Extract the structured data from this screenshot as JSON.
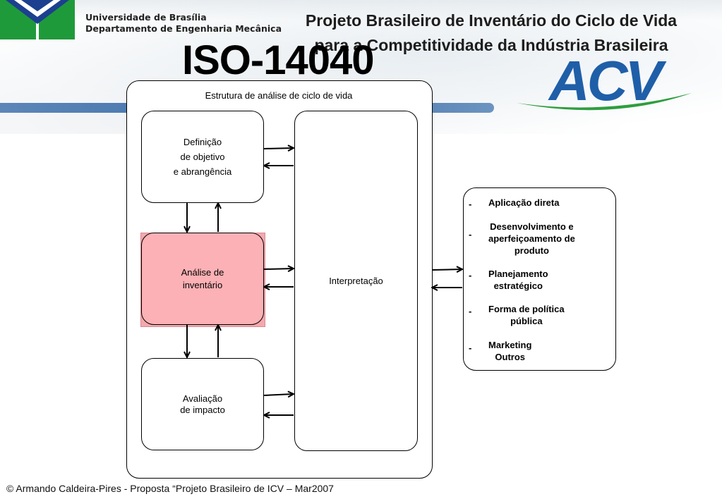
{
  "header": {
    "university_line1": "Universidade de Brasília",
    "university_line2": "Departamento de Engenharia Mecânica",
    "project_title_line1": "Projeto Brasileiro de Inventário do Ciclo de Vida",
    "project_title_line2": "para a Competitividade da Indústria Brasileira",
    "main_title": "ISO-14040",
    "logo_text": "ACV"
  },
  "diagram": {
    "frame_caption": "Estrutura de análise de ciclo de vida",
    "boxes": {
      "definicao": "Definição\nde objetivo\ne abrangência",
      "inventario": "Análise de\ninventário",
      "avaliacao": "Avaliação\nde  impacto",
      "interpretacao": "Interpretação"
    },
    "applications": [
      {
        "dash": "-",
        "text": "Aplicação direta"
      },
      {
        "dash": "-",
        "text": "Desenvolvimento e\naperfeiçoamento de\nproduto"
      },
      {
        "dash": "-",
        "text": "Planejamento\nestratégico"
      },
      {
        "dash": "-",
        "text": "Forma de política\npública"
      },
      {
        "dash": "-",
        "text": "Marketing\nOutros"
      }
    ]
  },
  "footer": {
    "text": "© Armando Caldeira-Pires - Proposta “Projeto Brasileiro de ICV – Mar2007"
  },
  "colors": {
    "inventory_fill": "#fbb1b5",
    "logo_blue": "#1f5fa8",
    "logo_green": "#2e9e3e"
  }
}
